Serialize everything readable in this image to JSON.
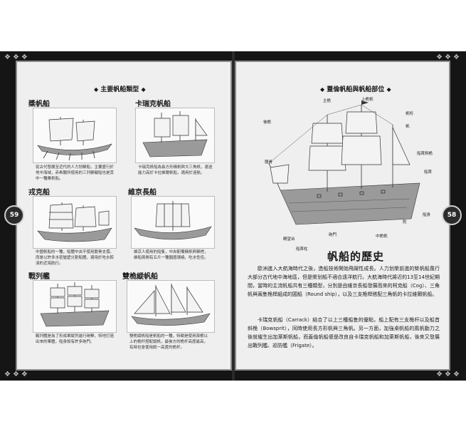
{
  "left_page": {
    "page_number": "59",
    "section_title": "主要帆船類型",
    "ships": [
      {
        "name": "槳帆船",
        "caption": "從古代發展至近代的人力划槳船，主要盛行於地中海域，赤希臘所使用的三列槳戰船也是其中一種槳帆船。"
      },
      {
        "name": "卡瑞克帆船",
        "caption": "卡瑞克帆船為長方形橫帆與大三角帆，運送能力高於卡拉維爾帆船，適用於遠航。"
      },
      {
        "name": "戎克船",
        "caption": "中國帆船的一種，船體中央不使用龍骨支撐，而是以許多水密艙壁分割船體，適用於吃水較淺的近海航行。"
      },
      {
        "name": "維京長船",
        "caption": "維京人使用的船隻，中央配備橫帆與槳枻，維船兩側有五片一種圓盾環繞，吃水性佳。"
      },
      {
        "name": "戰列艦",
        "caption": "戰列艦是為了形成單縱列進行砲擊，特地打造出來的軍艦，船身設有許多砲門。"
      },
      {
        "name": "雙桅縱帆船",
        "caption": "雙桅縱帆船是帆船的一種，特徵是使用兩根以上的桅杆搭配縱帆，最後方的桅杆高度最高，有時也會使用統一高度的桅杆。"
      }
    ]
  },
  "right_page": {
    "page_number": "58",
    "section_title": "蓋倫帆船與帆船部位",
    "parts": {
      "main_mast": "主桅",
      "topmast": "上桅帆",
      "yard": "帆桁",
      "sail": "帆",
      "stern": "後桅",
      "bowsprit": "船首斜桅",
      "bow_mast": "船首",
      "keel": "龍骨",
      "gunport": "砲門",
      "foremast": "中桅帆",
      "crow_nest": "瞭望台",
      "rudder": "舵",
      "hull": "船身",
      "ram": "船首柱"
    },
    "heading": "帆船的歷史",
    "paragraphs": [
      "歐洲進入大航海時代之後，造船技術開始飛躍性成長。人力划槳前進的槳帆船風行大部分古代地中海地區，但是槳划船不適合遠洋航行。大航海時代將近的13至14世紀期間，當時的主流帆船共有三種類型，分別是由維京長船發展而來的柯克船（Cog）、三角帆與兩隻桅桿組成的圓船（Round ship），以及三支桅桿搭配三角帆的卡拉維爾帆船。",
      "卡瑞克帆船（Carrack）結合了以上三種船隻的優點，船上配有三支桅杆以及船首斜桅（Bowsprit），同時使用長方形帆與三角帆。另一方面，加強桌帆船的風帆動力之後就催生出加萊斯帆船，而蓋倫帆船便是改良自卡瑞克帆船和加萊斯帆船，後來又發展出戰列艦、巡防艦（Frigate）。"
    ]
  }
}
